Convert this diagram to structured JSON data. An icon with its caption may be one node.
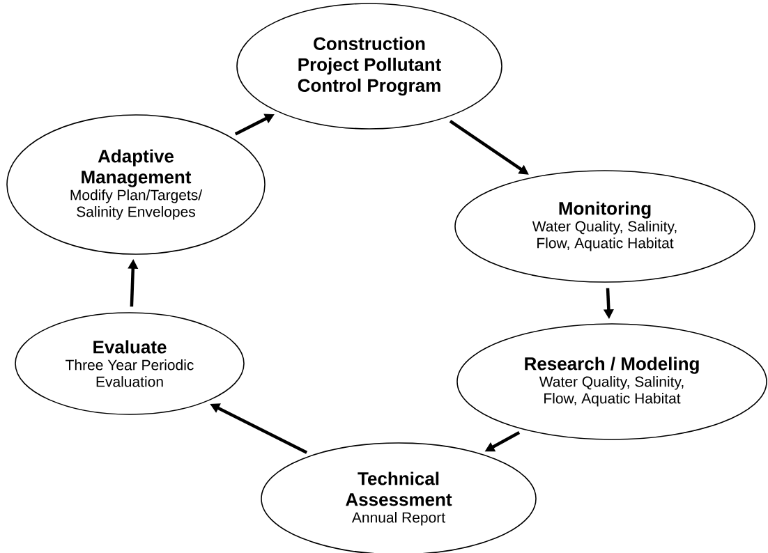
{
  "diagram": {
    "nodes": [
      {
        "text": [
          "Construction Project Pollutant Control Program"
        ]
      },
      {
        "text": [
          "Monitoring",
          "Water Quality, Salinity, Flow, Aquatic Habitat"
        ]
      },
      {
        "text": [
          "Research / Modeling",
          "Water Quality, Salinity, Flow, Aquatic Habitat"
        ]
      },
      {
        "text": [
          "Technical Assessment",
          "Annual Report"
        ]
      },
      {
        "text": [
          "Evaluate",
          "Three Year Periodic Evaluation"
        ]
      },
      {
        "text": [
          "Adaptive Management",
          "Modify Plan/Targets/ Salinity Envelopes"
        ]
      }
    ],
    "edges": [
      {
        "from": 5,
        "to": 0,
        "arrow": "to"
      },
      {
        "from": 0,
        "to": 1,
        "arrow": "to"
      },
      {
        "from": 1,
        "to": 2,
        "arrow": "to"
      },
      {
        "from": 2,
        "to": 3,
        "arrow": "to"
      },
      {
        "from": 3,
        "to": 4,
        "arrow": "to"
      },
      {
        "from": 4,
        "to": 5,
        "arrow": "to"
      }
    ]
  }
}
